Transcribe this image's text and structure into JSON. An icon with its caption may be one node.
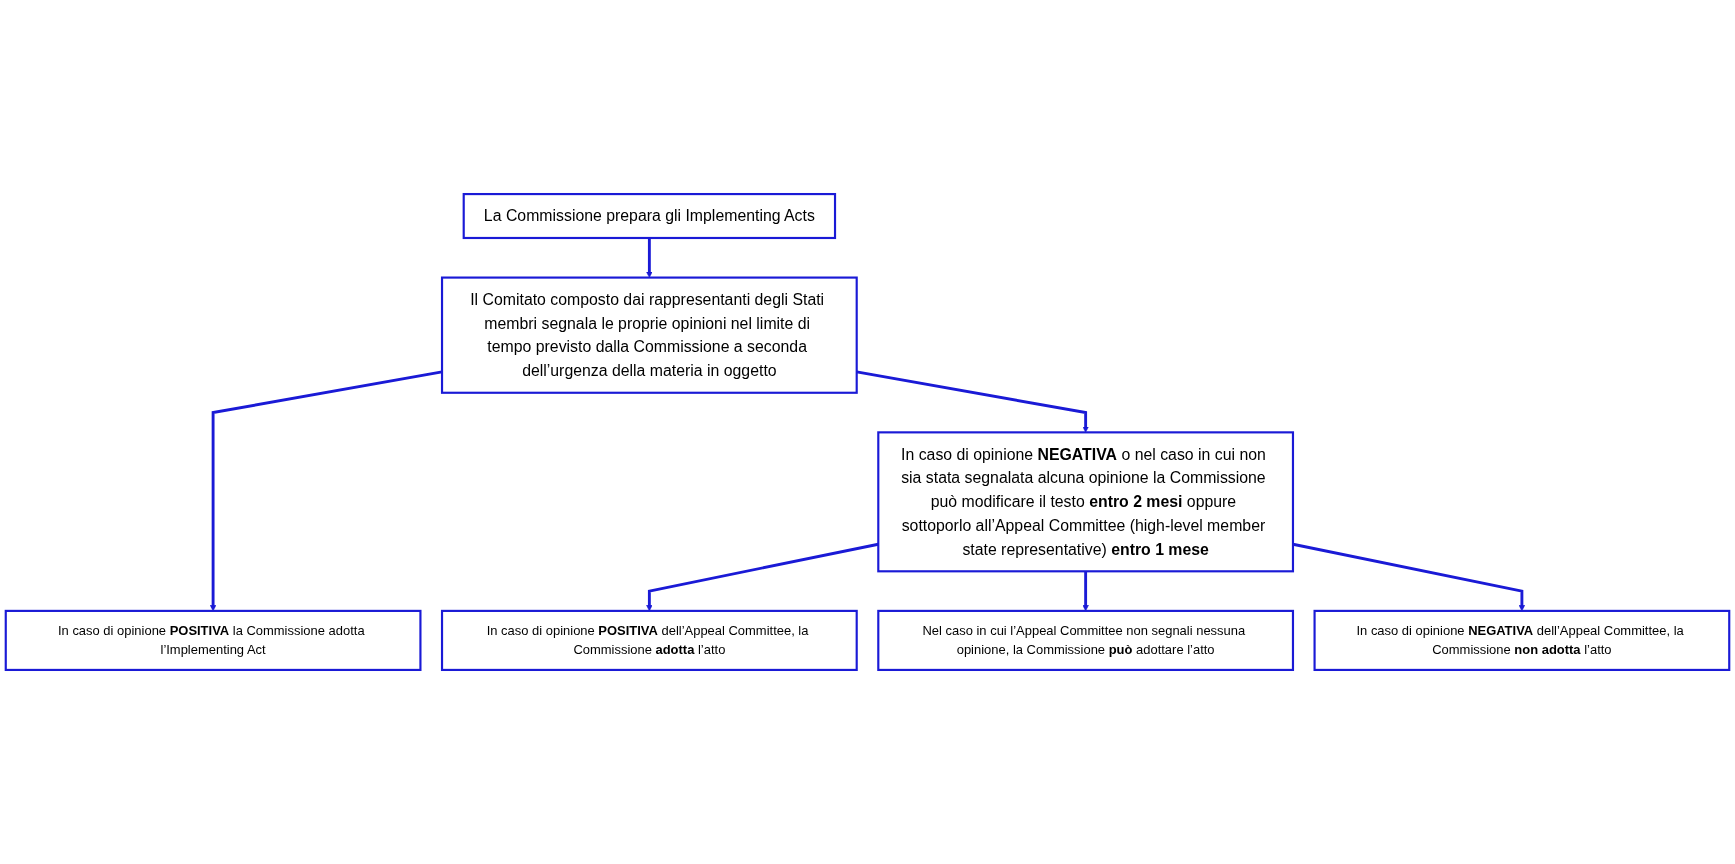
{
  "diagram": {
    "nodes": [
      {
        "text": [
          "La Commissione prepara gli Implementing Acts"
        ]
      },
      {
        "text": [
          "Il Comitato composto dai rappresentanti degli Stati membri segnala le proprie opinioni nel limite di tempo previsto dalla Commissione a seconda dell’urgenza della materia in oggetto"
        ]
      },
      {
        "text": [
          "In caso di opinione **NEGATIVA** o nel caso in cui non sia stata segnalata alcuna opinione la Commissione può modificare il testo **entro 2 mesi** oppure sottoporlo all’Appeal Committee (high-level member state representative) **entro 1 mese**"
        ]
      },
      {
        "text": [
          "In caso di opinione **POSITIVA** la Commissione adotta l’Implementing Act"
        ]
      },
      {
        "text": [
          "In caso di opinione **POSITIVA** dell’Appeal Committee, la Commissione **adotta** l’atto"
        ]
      },
      {
        "text": [
          "Nel caso in cui l’Appeal Committee non segnali nessuna opinione, la Commissione **può** adottare l’atto"
        ]
      },
      {
        "text": [
          "In caso di opinione **NEGATIVA** dell’Appeal Committee, la Commissione **non adotta** l’atto"
        ]
      }
    ],
    "edges": [
      {
        "from": 0,
        "to": 1,
        "arrow": "to"
      },
      {
        "from": 1,
        "to": 3,
        "arrow": "to"
      },
      {
        "from": 1,
        "to": 2,
        "arrow": "to"
      },
      {
        "from": 2,
        "to": 4,
        "arrow": "to"
      },
      {
        "from": 2,
        "to": 5,
        "arrow": "to"
      },
      {
        "from": 2,
        "to": 6,
        "arrow": "to"
      }
    ]
  }
}
